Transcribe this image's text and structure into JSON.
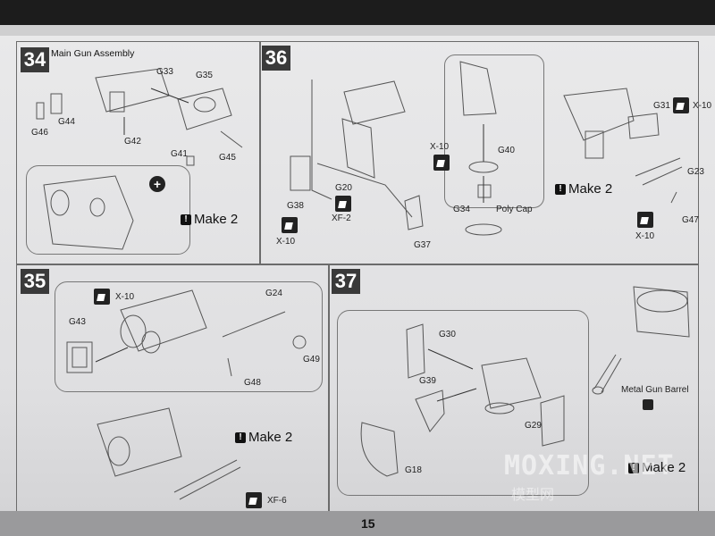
{
  "page_number": "15",
  "watermark": {
    "text": "MOXING.NET",
    "subtext": "模型网"
  },
  "steps": {
    "s34": {
      "number": "34",
      "title": "Main Gun Assembly",
      "labels": [
        "G33",
        "G35",
        "G46",
        "G44",
        "G42",
        "G41",
        "G45"
      ],
      "make": "Make 2"
    },
    "s36": {
      "number": "36",
      "labels": [
        "G40",
        "X-10",
        "G20",
        "XF-2",
        "G38",
        "X-10",
        "G37",
        "G34",
        "Poly Cap",
        "G31",
        "X-10",
        "G23",
        "G47",
        "X-10"
      ],
      "make": "Make 2"
    },
    "s35": {
      "number": "35",
      "labels": [
        "X-10",
        "G43",
        "G24",
        "G49",
        "G48",
        "XF-6"
      ],
      "make": "Make 2"
    },
    "s37": {
      "number": "37",
      "labels": [
        "G30",
        "G39",
        "G29",
        "G18",
        "Metal Gun Barrel"
      ],
      "make": "Make 2"
    }
  },
  "icons": [
    "paint-icon",
    "zoom-icon",
    "bang-icon",
    "glue-icon"
  ]
}
